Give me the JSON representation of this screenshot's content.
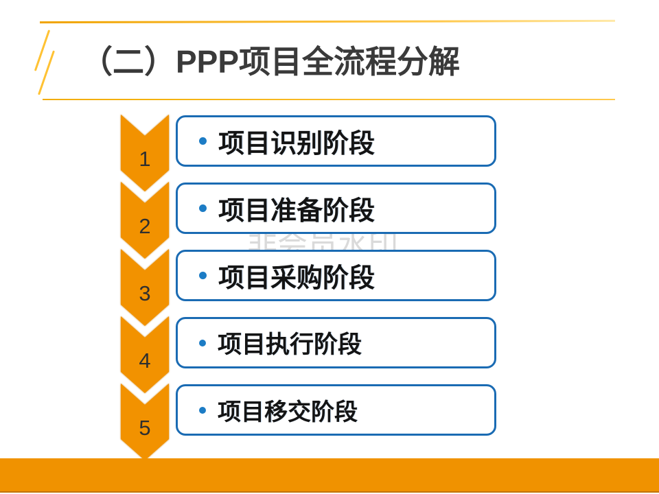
{
  "slide": {
    "title": "（二）PPP项目全流程分解",
    "watermark": "非会员水印"
  },
  "process": {
    "steps": [
      {
        "number": "1",
        "label": "项目识别阶段"
      },
      {
        "number": "2",
        "label": "项目准备阶段"
      },
      {
        "number": "3",
        "label": "项目采购阶段"
      },
      {
        "number": "4",
        "label": "项目执行阶段"
      },
      {
        "number": "5",
        "label": "项目移交阶段"
      }
    ]
  },
  "colors": {
    "accent_orange": "#F29200",
    "box_border_blue": "#1A6BB3",
    "bullet_blue": "#1C7CC5",
    "gold_line": "#F2AC00",
    "watermark_gray": "#DADADA",
    "title_text": "#3A3A3A",
    "label_text": "#141414"
  }
}
